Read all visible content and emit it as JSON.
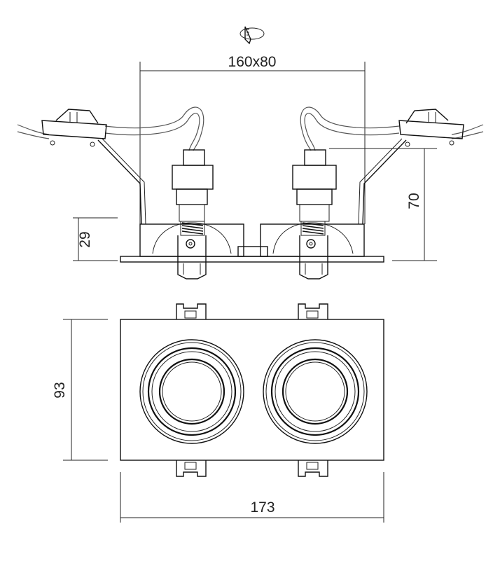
{
  "drawing": {
    "cutout_icon": "saw-cutout-icon",
    "dimensions": {
      "cutout": "160x80",
      "total_height": "70",
      "recess": "29",
      "width": "93",
      "length": "173"
    }
  }
}
